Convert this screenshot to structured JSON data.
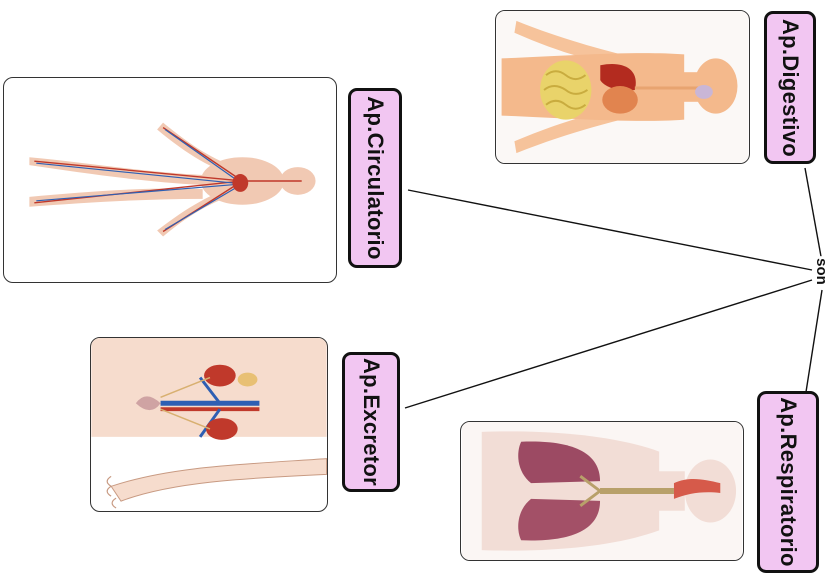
{
  "connector": {
    "label": "son"
  },
  "systems": [
    {
      "label": "Ap.Digestivo",
      "image_icon": "digestive-system-illustration"
    },
    {
      "label": "Ap.Circulatorio",
      "image_icon": "circulatory-system-illustration"
    },
    {
      "label": "Ap.Excretor",
      "image_icon": "excretory-system-illustration"
    },
    {
      "label": "Ap.Respiratorio",
      "image_icon": "respiratory-system-illustration"
    }
  ],
  "colors": {
    "label_fill": "#f2c6f2",
    "label_border": "#111111",
    "line": "#111111"
  }
}
